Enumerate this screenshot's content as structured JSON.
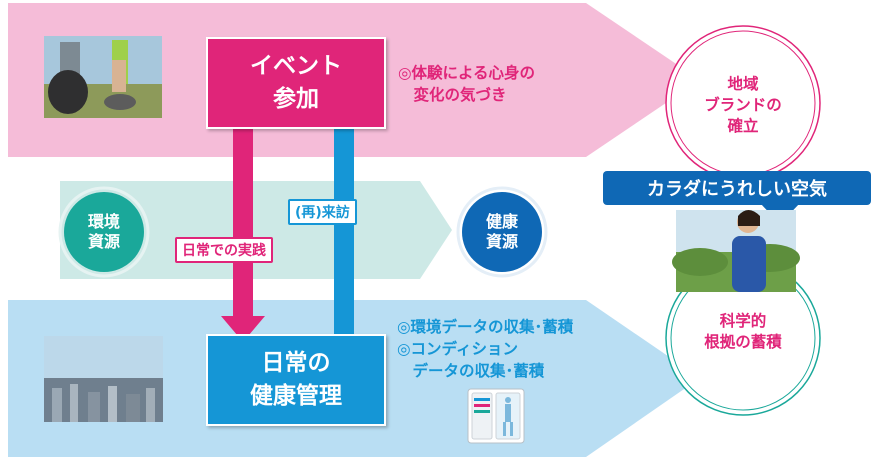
{
  "event_box": {
    "line1": "イベント",
    "line2": "参加"
  },
  "event_note": {
    "line1": "◎体験による心身の",
    "line2": "　変化の気づき"
  },
  "daily_box": {
    "line1": "日常の",
    "line2": "健康管理"
  },
  "daily_note": {
    "line1": "◎環境データの収集･蓄積",
    "line2": "◎コンディション",
    "line3": "　データの収集･蓄積"
  },
  "env_resource": {
    "line1": "環境",
    "line2": "資源"
  },
  "health_resource": {
    "line1": "健康",
    "line2": "資源"
  },
  "arrow_down_label": "日常での実践",
  "arrow_up_label": "(再)来訪",
  "brand_circle": {
    "line1": "地域",
    "line2": "ブランドの",
    "line3": "確立"
  },
  "science_circle": {
    "line1": "科学的",
    "line2": "根拠の蓄積"
  },
  "speech_bubble": "カラダにうれしい空気",
  "colors": {
    "pink": "#e02579",
    "blue": "#1596d6",
    "teal": "#1aa89a",
    "navy": "#0f68b5",
    "pink_band": "#f5bcd8",
    "blue_band": "#b8dff5",
    "teal_band": "#c8e9e6"
  }
}
